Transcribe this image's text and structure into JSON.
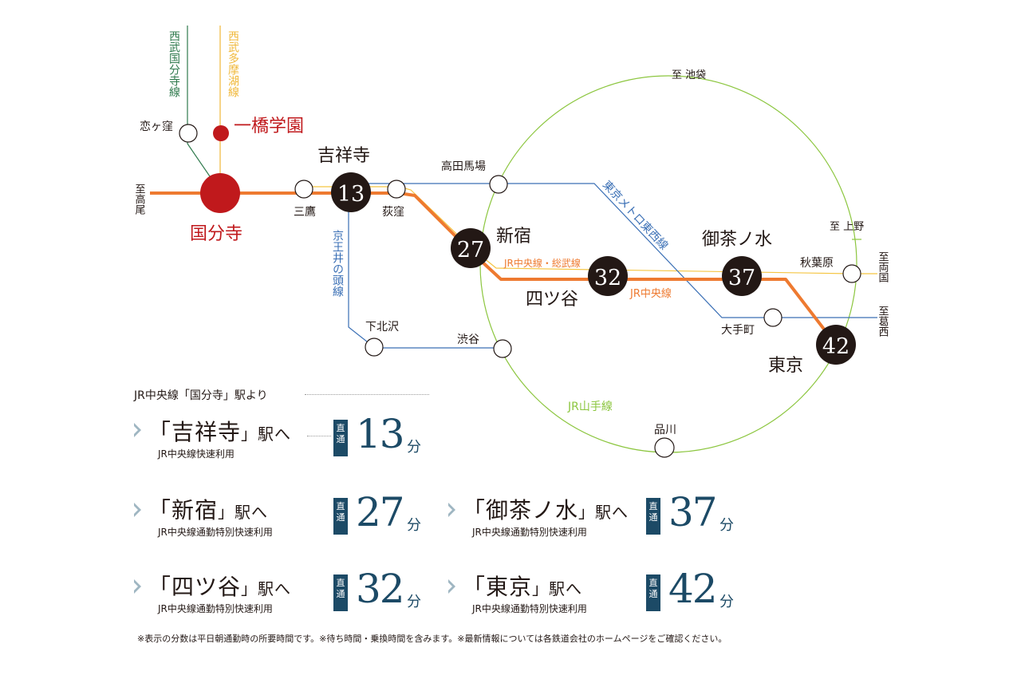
{
  "colors": {
    "jr_chuo": "#ee7a30",
    "chuo_sobu": "#f5c542",
    "seibu_kokubunji": "#2f7a4d",
    "seibu_tamako": "#f0b83a",
    "keio_inokashira": "#3a6fb5",
    "tozai": "#3a6fb5",
    "yamanote": "#8cc63f",
    "home_station": "#c0191c",
    "navy": "#1c4a66"
  },
  "lines": {
    "seibu_kokubunji": "西武国分寺線",
    "seibu_tamako": "西武多摩湖線",
    "keio_inokashira": "京王井の頭線",
    "tozai": "東京メトロ東西線",
    "chuo_sobu": "JR中央線・総武線",
    "jr_chuo": "JR中央線",
    "yamanote": "JR山手線"
  },
  "directions": {
    "takao": "至高尾",
    "ikebukuro": "至 池袋",
    "ueno": "至 上野",
    "ryogoku": "至両国",
    "kasai": "至葛西"
  },
  "stations": {
    "kokubunji": "国分寺",
    "hitotsubashi": "一橋学園",
    "koigakubo": "恋ヶ窪",
    "mitaka": "三鷹",
    "kichijoji": "吉祥寺",
    "ogikubo": "荻窪",
    "shinjuku": "新宿",
    "yotsuya": "四ツ谷",
    "ochanomizu": "御茶ノ水",
    "tokyo": "東京",
    "takadanobaba": "高田馬場",
    "akihabara": "秋葉原",
    "otemachi": "大手町",
    "shimokitazawa": "下北沢",
    "shibuya": "渋谷",
    "shinagawa": "品川"
  },
  "minutes_markers": {
    "kichijoji": "13",
    "shinjuku": "27",
    "yotsuya": "32",
    "ochanomizu": "37",
    "tokyo": "42"
  },
  "info": {
    "header": "JR中央線「国分寺」駅より",
    "badge": "直通",
    "unit": "分",
    "eki_suffix": "」駅へ",
    "rows": [
      {
        "name": "「吉祥寺",
        "via": "JR中央線快速利用",
        "minutes": "13"
      },
      {
        "name": "「新宿",
        "via": "JR中央線通勤特別快速利用",
        "minutes": "27"
      },
      {
        "name": "「御茶ノ水",
        "via": "JR中央線通勤特別快速利用",
        "minutes": "37"
      },
      {
        "name": "「四ツ谷",
        "via": "JR中央線通勤特別快速利用",
        "minutes": "32"
      },
      {
        "name": "「東京",
        "via": "JR中央線通勤特別快速利用",
        "minutes": "42"
      }
    ]
  },
  "footnote": "※表示の分数は平日朝通勤時の所要時間です。※待ち時間・乗換時間を含みます。※最新情報については各鉄道会社のホームページをご確認ください。"
}
